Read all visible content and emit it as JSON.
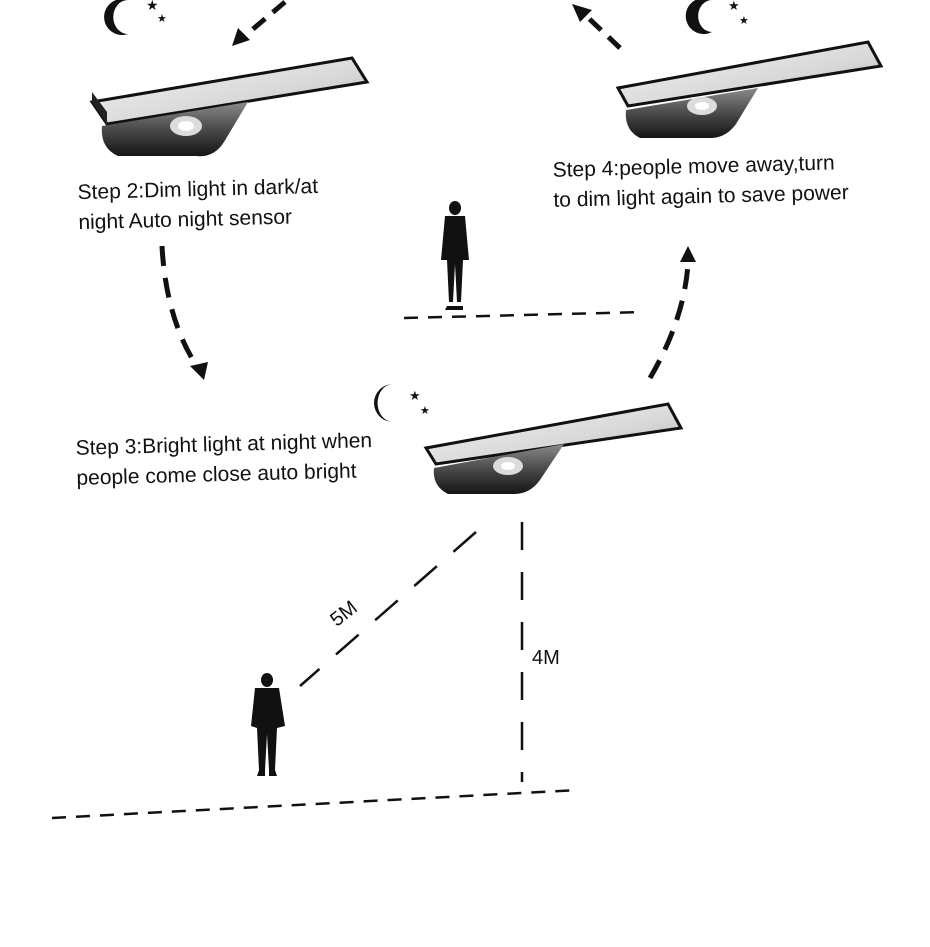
{
  "steps": {
    "step2": {
      "line1": "Step 2:Dim light in dark/at",
      "line2": "night Auto night sensor"
    },
    "step3": {
      "line1": "Step 3:Bright light at night when",
      "line2": "people come close auto bright"
    },
    "step4": {
      "line1": "Step 4:people move away,turn",
      "line2": "to dim light again to save power"
    }
  },
  "distances": {
    "diagonal": "5M",
    "vertical": "4M"
  }
}
